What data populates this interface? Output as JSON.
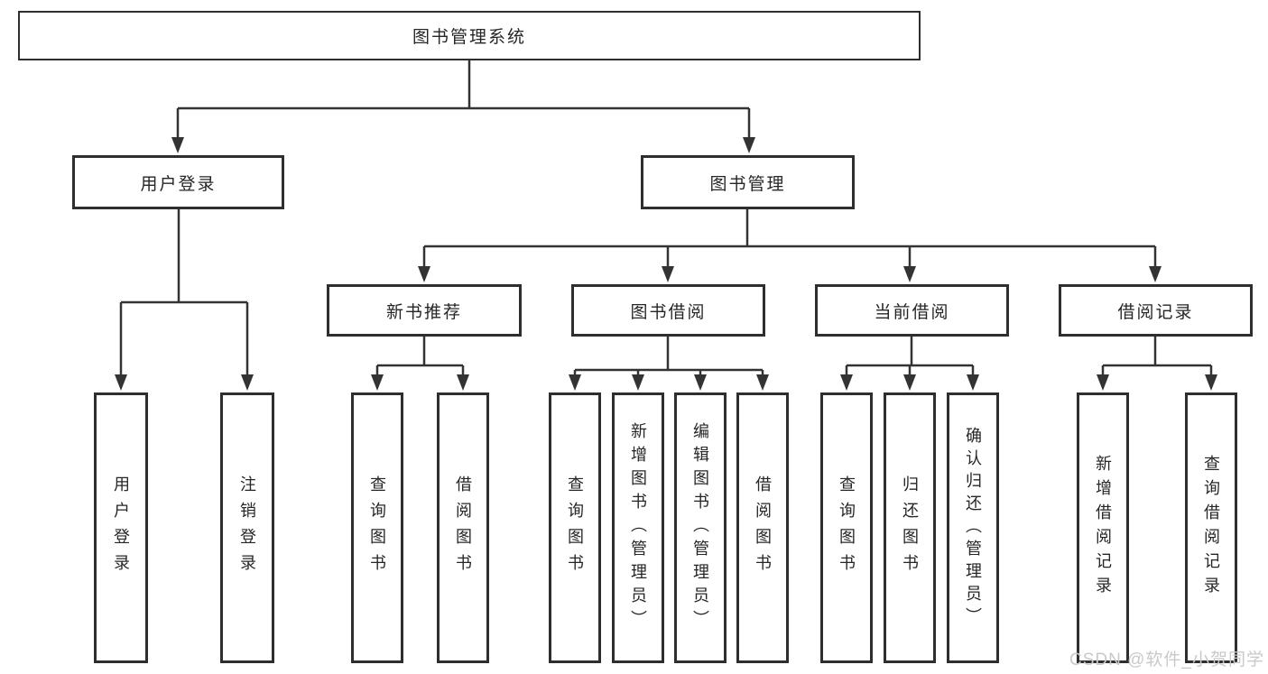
{
  "tree": {
    "root": {
      "label": "图书管理系统"
    },
    "branches": [
      {
        "label": "用户登录",
        "children": [
          {
            "label": "用户登录"
          },
          {
            "label": "注销登录"
          }
        ]
      },
      {
        "label": "图书管理",
        "children": [
          {
            "label": "新书推荐",
            "children": [
              {
                "label": "查询图书"
              },
              {
                "label": "借阅图书"
              }
            ]
          },
          {
            "label": "图书借阅",
            "children": [
              {
                "label": "查询图书"
              },
              {
                "label": "新增图书（管理员）"
              },
              {
                "label": "编辑图书（管理员）"
              },
              {
                "label": "借阅图书"
              }
            ]
          },
          {
            "label": "当前借阅",
            "children": [
              {
                "label": "查询图书"
              },
              {
                "label": "归还图书"
              },
              {
                "label": "确认归还（管理员）"
              }
            ]
          },
          {
            "label": "借阅记录",
            "children": [
              {
                "label": "新增借阅记录"
              },
              {
                "label": "查询借阅记录"
              }
            ]
          }
        ]
      }
    ]
  },
  "watermark": {
    "text": "CSDN @软件_小贺同学"
  },
  "colors": {
    "line": "#333333",
    "box_border": "#2e2e2e",
    "box_fill": "#ffffff",
    "text": "#262626",
    "watermark": "#c9c9c9"
  }
}
